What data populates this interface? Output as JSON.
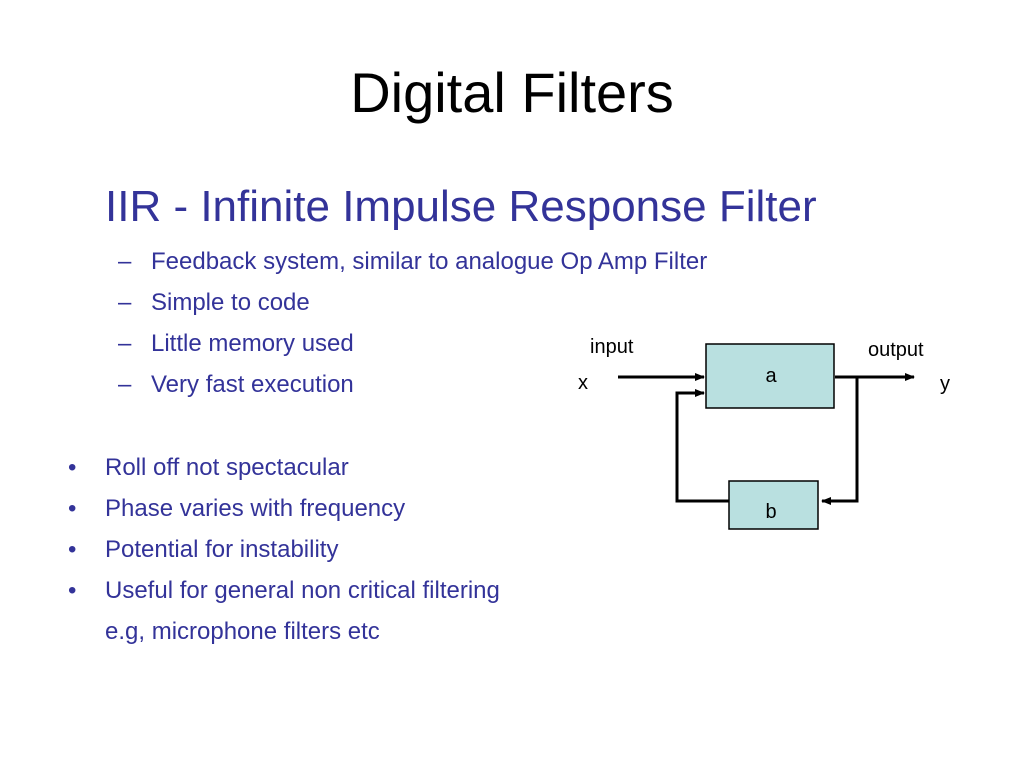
{
  "title": "Digital Filters",
  "heading": "IIR - Infinite Impulse Response Filter",
  "sub_items": [
    {
      "marker": "–",
      "text": "Feedback system, similar to analogue Op Amp Filter"
    },
    {
      "marker": "–",
      "text": "Simple to code"
    },
    {
      "marker": "–",
      "text": "Little memory used"
    },
    {
      "marker": "–",
      "text": "Very fast execution"
    }
  ],
  "bullets": [
    {
      "marker": "•",
      "text": "Roll off not spectacular"
    },
    {
      "marker": "•",
      "text": "Phase varies with frequency"
    },
    {
      "marker": "•",
      "text": "Potential for instability"
    },
    {
      "marker": "•",
      "text": "Useful for general non critical filtering"
    }
  ],
  "bullet_continuation": "e.g, microphone filters etc",
  "diagram": {
    "input_label": "input",
    "output_label": "output",
    "x_label": "x",
    "y_label": "y",
    "block_a": "a",
    "block_b": "b",
    "block_color": "#b9e0e0"
  },
  "colors": {
    "title": "#000000",
    "body_text": "#333399"
  }
}
